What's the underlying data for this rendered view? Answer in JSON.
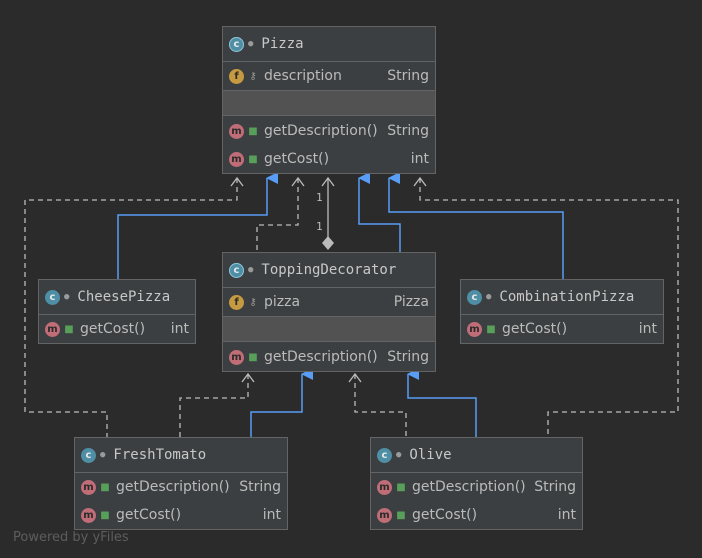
{
  "classes": {
    "pizza": {
      "name": "Pizza",
      "icon": "abstract-class-icon",
      "fields": [
        {
          "name": "description",
          "type": "String"
        }
      ],
      "methods": [
        {
          "name": "getDescription()",
          "type": "String"
        },
        {
          "name": "getCost()",
          "type": "int"
        }
      ]
    },
    "topping": {
      "name": "ToppingDecorator",
      "icon": "abstract-class-icon",
      "fields": [
        {
          "name": "pizza",
          "type": "Pizza"
        }
      ],
      "methods": [
        {
          "name": "getDescription()",
          "type": "String"
        }
      ]
    },
    "cheese": {
      "name": "CheesePizza",
      "icon": "class-icon",
      "methods": [
        {
          "name": "getCost()",
          "type": "int"
        }
      ]
    },
    "combination": {
      "name": "CombinationPizza",
      "icon": "class-icon",
      "methods": [
        {
          "name": "getCost()",
          "type": "int"
        }
      ]
    },
    "tomato": {
      "name": "FreshTomato",
      "icon": "class-icon",
      "methods": [
        {
          "name": "getDescription()",
          "type": "String"
        },
        {
          "name": "getCost()",
          "type": "int"
        }
      ]
    },
    "olive": {
      "name": "Olive",
      "icon": "class-icon",
      "methods": [
        {
          "name": "getDescription()",
          "type": "String"
        },
        {
          "name": "getCost()",
          "type": "int"
        }
      ]
    }
  },
  "multiplicity": {
    "top": "1",
    "bottom": "1"
  },
  "footer": "Powered by yFiles",
  "colors": {
    "background": "#2b2b2b",
    "inheritance": "#589df6",
    "dependency": "#bbbbbb"
  }
}
